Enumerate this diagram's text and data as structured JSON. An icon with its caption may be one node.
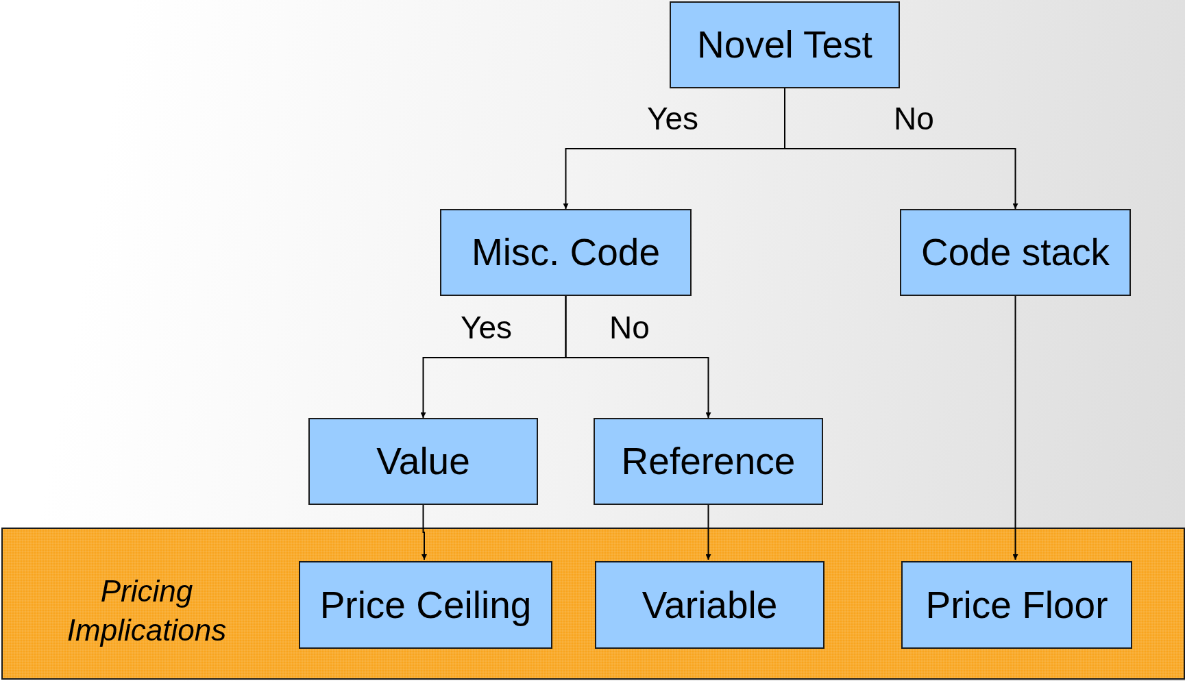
{
  "diagram": {
    "nodes": [
      {
        "text": [
          "Novel Test"
        ]
      },
      {
        "text": [
          "Misc. Code"
        ]
      },
      {
        "text": [
          "Code stack"
        ]
      },
      {
        "text": [
          "Value"
        ]
      },
      {
        "text": [
          "Reference"
        ]
      },
      {
        "text": [
          "Pricing Implications"
        ]
      },
      {
        "text": [
          "Price Ceiling"
        ],
        "in": 5
      },
      {
        "text": [
          "Variable"
        ],
        "in": 5
      },
      {
        "text": [
          "Price Floor"
        ],
        "in": 5
      }
    ],
    "edges": [
      {
        "from": 0,
        "to": 1,
        "arrow": "to",
        "label": "Yes"
      },
      {
        "from": 0,
        "to": 2,
        "arrow": "to",
        "label": "No"
      },
      {
        "from": 1,
        "to": 3,
        "arrow": "to",
        "label": "Yes"
      },
      {
        "from": 1,
        "to": 4,
        "arrow": "to",
        "label": "No"
      },
      {
        "from": 3,
        "to": 6,
        "arrow": "to"
      },
      {
        "from": 4,
        "to": 7,
        "arrow": "to"
      },
      {
        "from": 2,
        "to": 8,
        "arrow": "to"
      }
    ]
  }
}
